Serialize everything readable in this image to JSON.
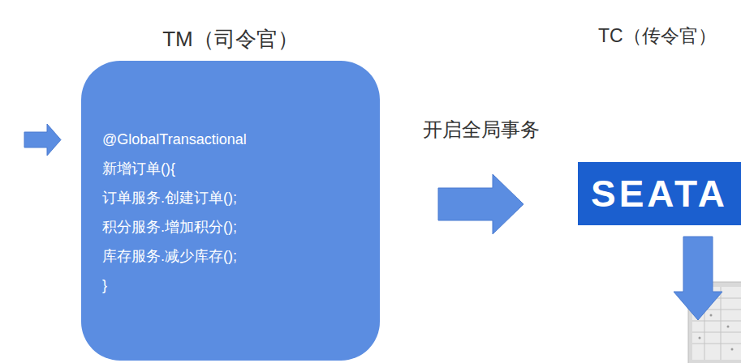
{
  "diagram": {
    "nodes": [
      {
        "text": [
          "TM（司令官）",
          "@GlobalTransactional",
          "新增订单(){",
          "订单服务.创建订单();",
          "积分服务.增加积分();",
          "库存服务.减少库存();",
          "}"
        ]
      },
      {
        "text": [
          "TC（传令官）",
          "SEATA"
        ]
      }
    ],
    "edges": [
      {
        "from": 0,
        "to": 1,
        "label": "开启全局事务",
        "arrow": "to"
      }
    ]
  }
}
